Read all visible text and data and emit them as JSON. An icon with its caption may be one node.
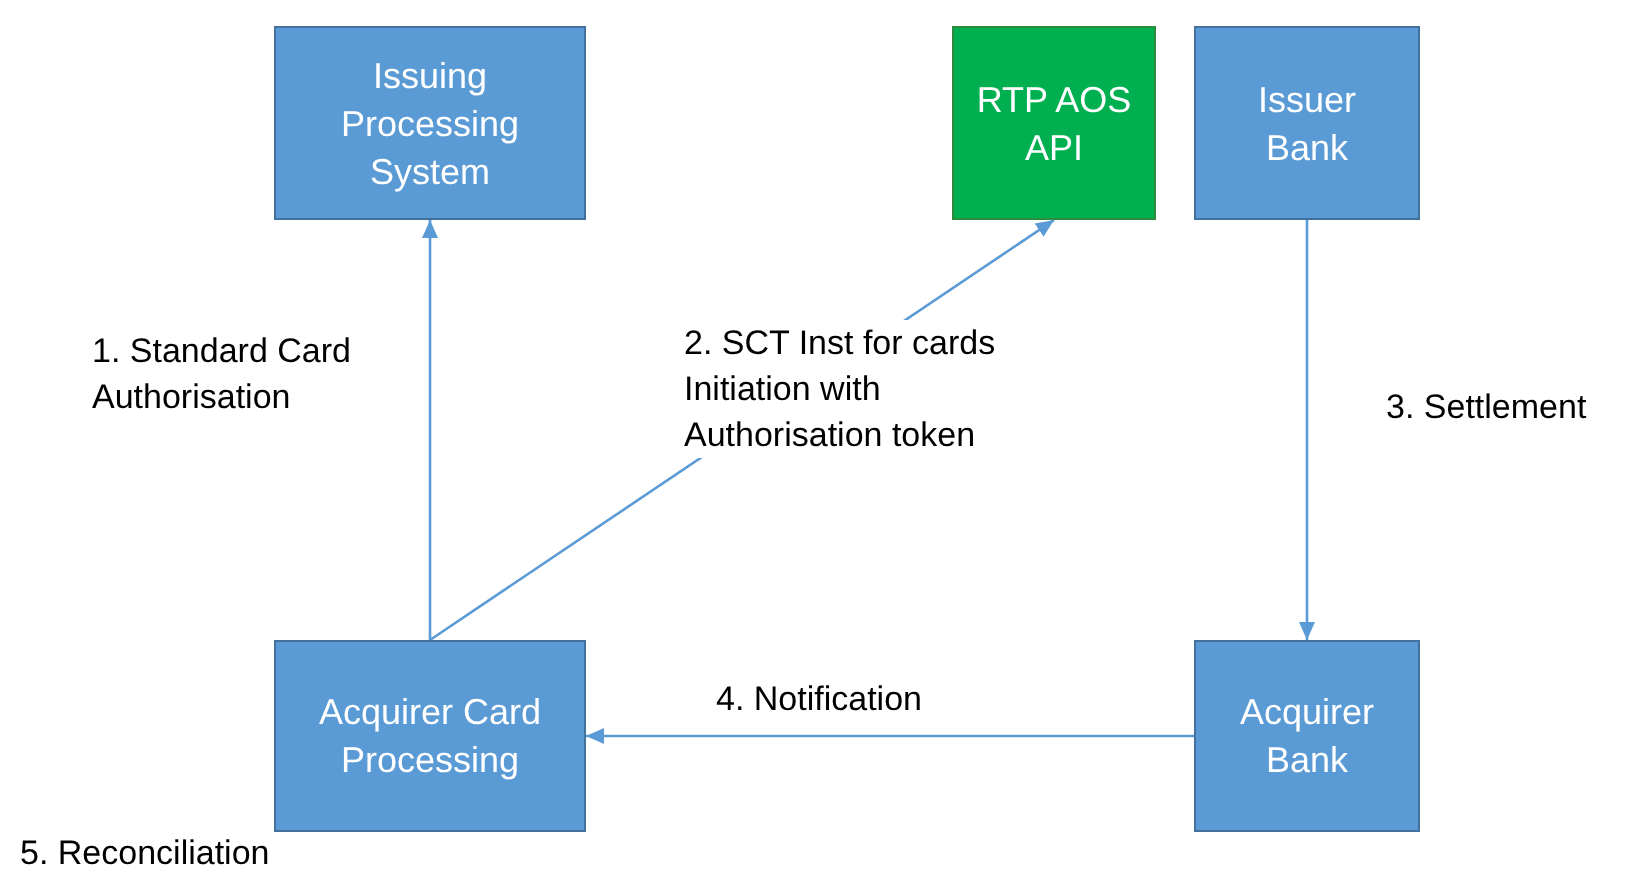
{
  "diagram": {
    "nodes": [
      {
        "text": [
          "Issuing Processing System"
        ]
      },
      {
        "text": [
          "RTP AOS API"
        ]
      },
      {
        "text": [
          "Issuer Bank"
        ]
      },
      {
        "text": [
          "Acquirer Card Processing"
        ]
      },
      {
        "text": [
          "Acquirer Bank"
        ]
      }
    ],
    "edges": [
      {
        "from": 3,
        "to": 0,
        "arrow": "to",
        "label": "1. Standard Card Authorisation"
      },
      {
        "from": 3,
        "to": 1,
        "arrow": "to",
        "label": "2. SCT Inst for cards Initiation with Authorisation token"
      },
      {
        "from": 2,
        "to": 4,
        "arrow": "to",
        "label": "3. Settlement"
      },
      {
        "from": 4,
        "to": 3,
        "arrow": "to",
        "label": "4. Notification"
      }
    ],
    "labels": [
      "5. Reconciliation"
    ]
  }
}
